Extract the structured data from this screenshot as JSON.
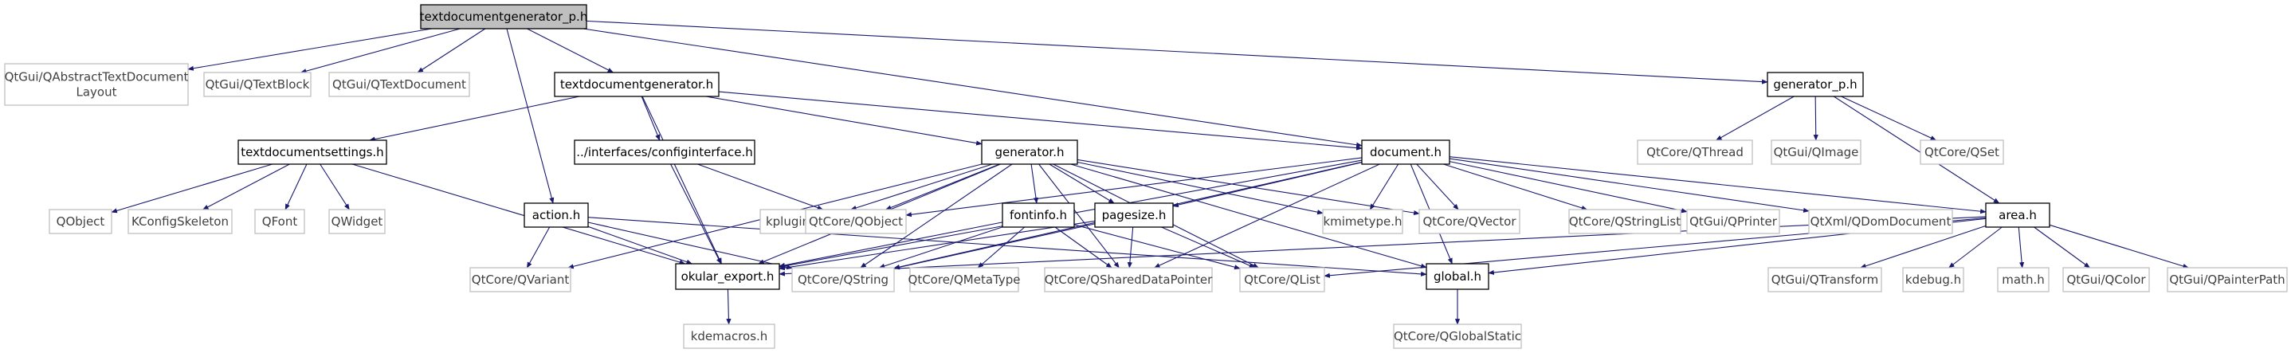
{
  "graph": {
    "colors": {
      "edge": "#191970",
      "root_fill": "#bfbfbf",
      "node_border": "#000000",
      "external_border": "#bfbfbf",
      "external_text": "#404040",
      "internal_text": "#000000"
    },
    "nodes": [
      {
        "id": "root",
        "label": "textdocumentgenerator_p.h",
        "kind": "root"
      },
      {
        "id": "qatdl",
        "label": "QtGui/QAbstractTextDocument\nLayout",
        "kind": "external"
      },
      {
        "id": "qtb",
        "label": "QtGui/QTextBlock",
        "kind": "external"
      },
      {
        "id": "qtd",
        "label": "QtGui/QTextDocument",
        "kind": "external"
      },
      {
        "id": "tdg",
        "label": "textdocumentgenerator.h",
        "kind": "internal"
      },
      {
        "id": "genp",
        "label": "generator_p.h",
        "kind": "internal"
      },
      {
        "id": "tds",
        "label": "textdocumentsettings.h",
        "kind": "internal"
      },
      {
        "id": "cfg",
        "label": "../interfaces/configinterface.h",
        "kind": "internal"
      },
      {
        "id": "gen",
        "label": "generator.h",
        "kind": "internal"
      },
      {
        "id": "doc",
        "label": "document.h",
        "kind": "internal"
      },
      {
        "id": "qthread",
        "label": "QtCore/QThread",
        "kind": "external"
      },
      {
        "id": "qimage",
        "label": "QtGui/QImage",
        "kind": "external"
      },
      {
        "id": "qset",
        "label": "QtCore/QSet",
        "kind": "external"
      },
      {
        "id": "qobject",
        "label": "QObject",
        "kind": "external"
      },
      {
        "id": "kcs",
        "label": "KConfigSkeleton",
        "kind": "external"
      },
      {
        "id": "qfont",
        "label": "QFont",
        "kind": "external"
      },
      {
        "id": "qwidget",
        "label": "QWidget",
        "kind": "external"
      },
      {
        "id": "action",
        "label": "action.h",
        "kind": "internal"
      },
      {
        "id": "kpf",
        "label": "kpluginfactory.h",
        "kind": "external"
      },
      {
        "id": "qcqobject",
        "label": "QtCore/QObject",
        "kind": "external"
      },
      {
        "id": "fontinfo",
        "label": "fontinfo.h",
        "kind": "internal"
      },
      {
        "id": "pagesize",
        "label": "pagesize.h",
        "kind": "internal"
      },
      {
        "id": "kmime",
        "label": "kmimetype.h",
        "kind": "external"
      },
      {
        "id": "qvector",
        "label": "QtCore/QVector",
        "kind": "external"
      },
      {
        "id": "qsl",
        "label": "QtCore/QStringList",
        "kind": "external"
      },
      {
        "id": "qprinter",
        "label": "QtGui/QPrinter",
        "kind": "external"
      },
      {
        "id": "qdom",
        "label": "QtXml/QDomDocument",
        "kind": "external"
      },
      {
        "id": "area",
        "label": "area.h",
        "kind": "internal"
      },
      {
        "id": "qvariant",
        "label": "QtCore/QVariant",
        "kind": "external"
      },
      {
        "id": "okexp",
        "label": "okular_export.h",
        "kind": "internal"
      },
      {
        "id": "qstring",
        "label": "QtCore/QString",
        "kind": "external"
      },
      {
        "id": "qmeta",
        "label": "QtCore/QMetaType",
        "kind": "external"
      },
      {
        "id": "qsdp",
        "label": "QtCore/QSharedDataPointer",
        "kind": "external"
      },
      {
        "id": "qlist",
        "label": "QtCore/QList",
        "kind": "external"
      },
      {
        "id": "global",
        "label": "global.h",
        "kind": "internal"
      },
      {
        "id": "qtrans",
        "label": "QtGui/QTransform",
        "kind": "external"
      },
      {
        "id": "kdebug",
        "label": "kdebug.h",
        "kind": "external"
      },
      {
        "id": "math",
        "label": "math.h",
        "kind": "external"
      },
      {
        "id": "qcolor",
        "label": "QtGui/QColor",
        "kind": "external"
      },
      {
        "id": "qpp",
        "label": "QtGui/QPainterPath",
        "kind": "external"
      },
      {
        "id": "kdemacros",
        "label": "kdemacros.h",
        "kind": "external"
      },
      {
        "id": "qgs",
        "label": "QtCore/QGlobalStatic",
        "kind": "external"
      }
    ],
    "edges": [
      [
        "root",
        "qatdl"
      ],
      [
        "root",
        "qtb"
      ],
      [
        "root",
        "qtd"
      ],
      [
        "root",
        "tdg"
      ],
      [
        "root",
        "action"
      ],
      [
        "root",
        "doc"
      ],
      [
        "root",
        "genp"
      ],
      [
        "tdg",
        "tds"
      ],
      [
        "tdg",
        "cfg"
      ],
      [
        "tdg",
        "gen"
      ],
      [
        "tdg",
        "doc"
      ],
      [
        "tdg",
        "okexp"
      ],
      [
        "genp",
        "qthread"
      ],
      [
        "genp",
        "qimage"
      ],
      [
        "genp",
        "qset"
      ],
      [
        "genp",
        "area"
      ],
      [
        "tds",
        "qobject"
      ],
      [
        "tds",
        "kcs"
      ],
      [
        "tds",
        "qfont"
      ],
      [
        "tds",
        "qwidget"
      ],
      [
        "tds",
        "okexp"
      ],
      [
        "cfg",
        "qcqobject"
      ],
      [
        "cfg",
        "okexp"
      ],
      [
        "gen",
        "qvariant"
      ],
      [
        "gen",
        "okexp"
      ],
      [
        "gen",
        "kpf"
      ],
      [
        "gen",
        "qcqobject"
      ],
      [
        "gen",
        "fontinfo"
      ],
      [
        "gen",
        "pagesize"
      ],
      [
        "gen",
        "kmime"
      ],
      [
        "gen",
        "qvector"
      ],
      [
        "gen",
        "global"
      ],
      [
        "gen",
        "qstring"
      ],
      [
        "gen",
        "qsdp"
      ],
      [
        "gen",
        "qlist"
      ],
      [
        "doc",
        "okexp"
      ],
      [
        "doc",
        "pagesize"
      ],
      [
        "doc",
        "qcqobject"
      ],
      [
        "doc",
        "kmime"
      ],
      [
        "doc",
        "qvector"
      ],
      [
        "doc",
        "qsl"
      ],
      [
        "doc",
        "qprinter"
      ],
      [
        "doc",
        "qdom"
      ],
      [
        "doc",
        "area"
      ],
      [
        "doc",
        "global"
      ],
      [
        "doc",
        "qstring"
      ],
      [
        "doc",
        "qsdp"
      ],
      [
        "action",
        "qvariant"
      ],
      [
        "action",
        "okexp"
      ],
      [
        "action",
        "qstring"
      ],
      [
        "action",
        "global"
      ],
      [
        "fontinfo",
        "okexp"
      ],
      [
        "fontinfo",
        "qstring"
      ],
      [
        "fontinfo",
        "qmeta"
      ],
      [
        "fontinfo",
        "qsdp"
      ],
      [
        "fontinfo",
        "qlist"
      ],
      [
        "pagesize",
        "okexp"
      ],
      [
        "pagesize",
        "qstring"
      ],
      [
        "pagesize",
        "qsdp"
      ],
      [
        "pagesize",
        "qlist"
      ],
      [
        "area",
        "okexp"
      ],
      [
        "area",
        "qlist"
      ],
      [
        "area",
        "global"
      ],
      [
        "area",
        "qtrans"
      ],
      [
        "area",
        "kdebug"
      ],
      [
        "area",
        "math"
      ],
      [
        "area",
        "qcolor"
      ],
      [
        "area",
        "qpp"
      ],
      [
        "okexp",
        "kdemacros"
      ],
      [
        "global",
        "qgs"
      ]
    ]
  }
}
